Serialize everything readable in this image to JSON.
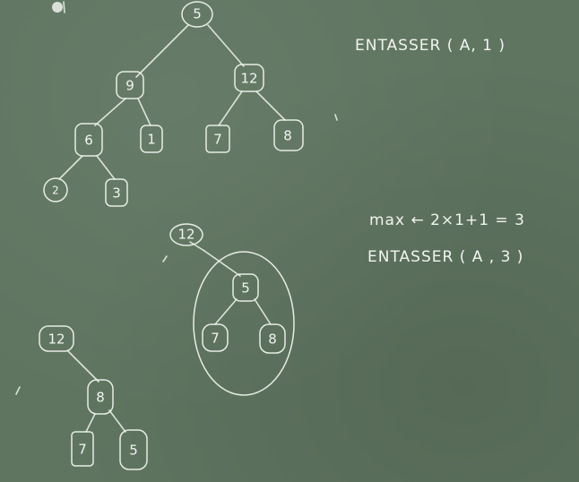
{
  "notes": {
    "call1": "ENTASSER ( A,  1 )",
    "max_line": "max ← 2×1+1 = 3",
    "call2": "ENTASSER ( A , 3 )"
  },
  "tree1": {
    "root": "5",
    "left": "9",
    "right": "12",
    "left_left": "6",
    "left_right": "1",
    "right_left": "7",
    "right_right": "8",
    "ll_left": "2",
    "ll_right": "3"
  },
  "tree2": {
    "root": "12",
    "child": "5",
    "child_left": "7",
    "child_right": "8"
  },
  "tree3": {
    "root": "12",
    "child": "8",
    "child_left": "7",
    "child_right": "5"
  }
}
